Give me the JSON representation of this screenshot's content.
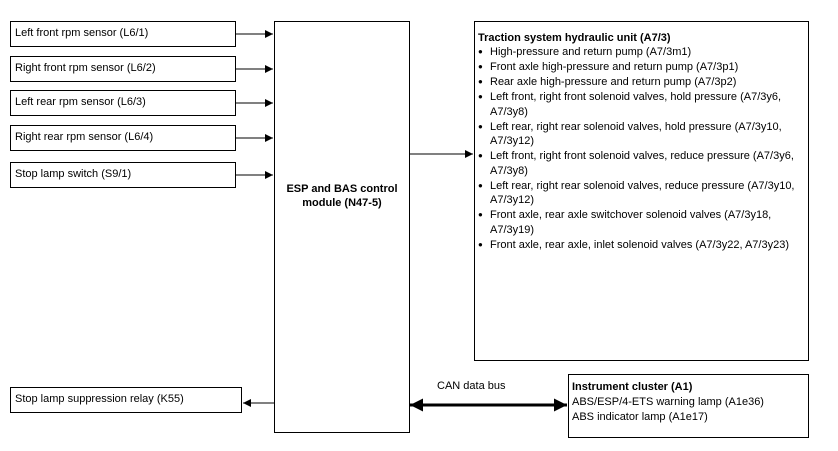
{
  "inputs": [
    {
      "label": "Left front rpm sensor (L6/1)"
    },
    {
      "label": "Right front rpm sensor (L6/2)"
    },
    {
      "label": "Left rear rpm sensor (L6/3)"
    },
    {
      "label": "Right rear rpm sensor (L6/4)"
    },
    {
      "label": "Stop lamp switch (S9/1)"
    }
  ],
  "ecu": {
    "line1": "ESP and BAS control",
    "line2": "module (N47-5)"
  },
  "hydraulic_unit": {
    "title": "Traction system hydraulic unit (A7/3)",
    "items": [
      "High-pressure and return pump (A7/3m1)",
      "Front axle high-pressure and return pump (A7/3p1)",
      "Rear axle high-pressure and return pump (A7/3p2)",
      "Left front, right front solenoid valves, hold pressure (A7/3y6, A7/3y8)",
      "Left rear, right rear solenoid valves, hold pressure (A7/3y10, A7/3y12)",
      "Left front, right front solenoid valves, reduce pressure (A7/3y6, A7/3y8)",
      "Left rear, right rear solenoid valves, reduce pressure (A7/3y10, A7/3y12)",
      "Front axle, rear axle switchover solenoid valves (A7/3y18, A7/3y19)",
      "Front axle, rear axle, inlet solenoid valves (A7/3y22, A7/3y23)"
    ]
  },
  "output": {
    "label": "Stop lamp suppression relay (K55)"
  },
  "can_bus": {
    "label": "CAN data bus"
  },
  "cluster": {
    "title": "Instrument cluster (A1)",
    "line1": "ABS/ESP/4-ETS warning lamp (A1e36)",
    "line2": "ABS indicator lamp (A1e17)"
  }
}
